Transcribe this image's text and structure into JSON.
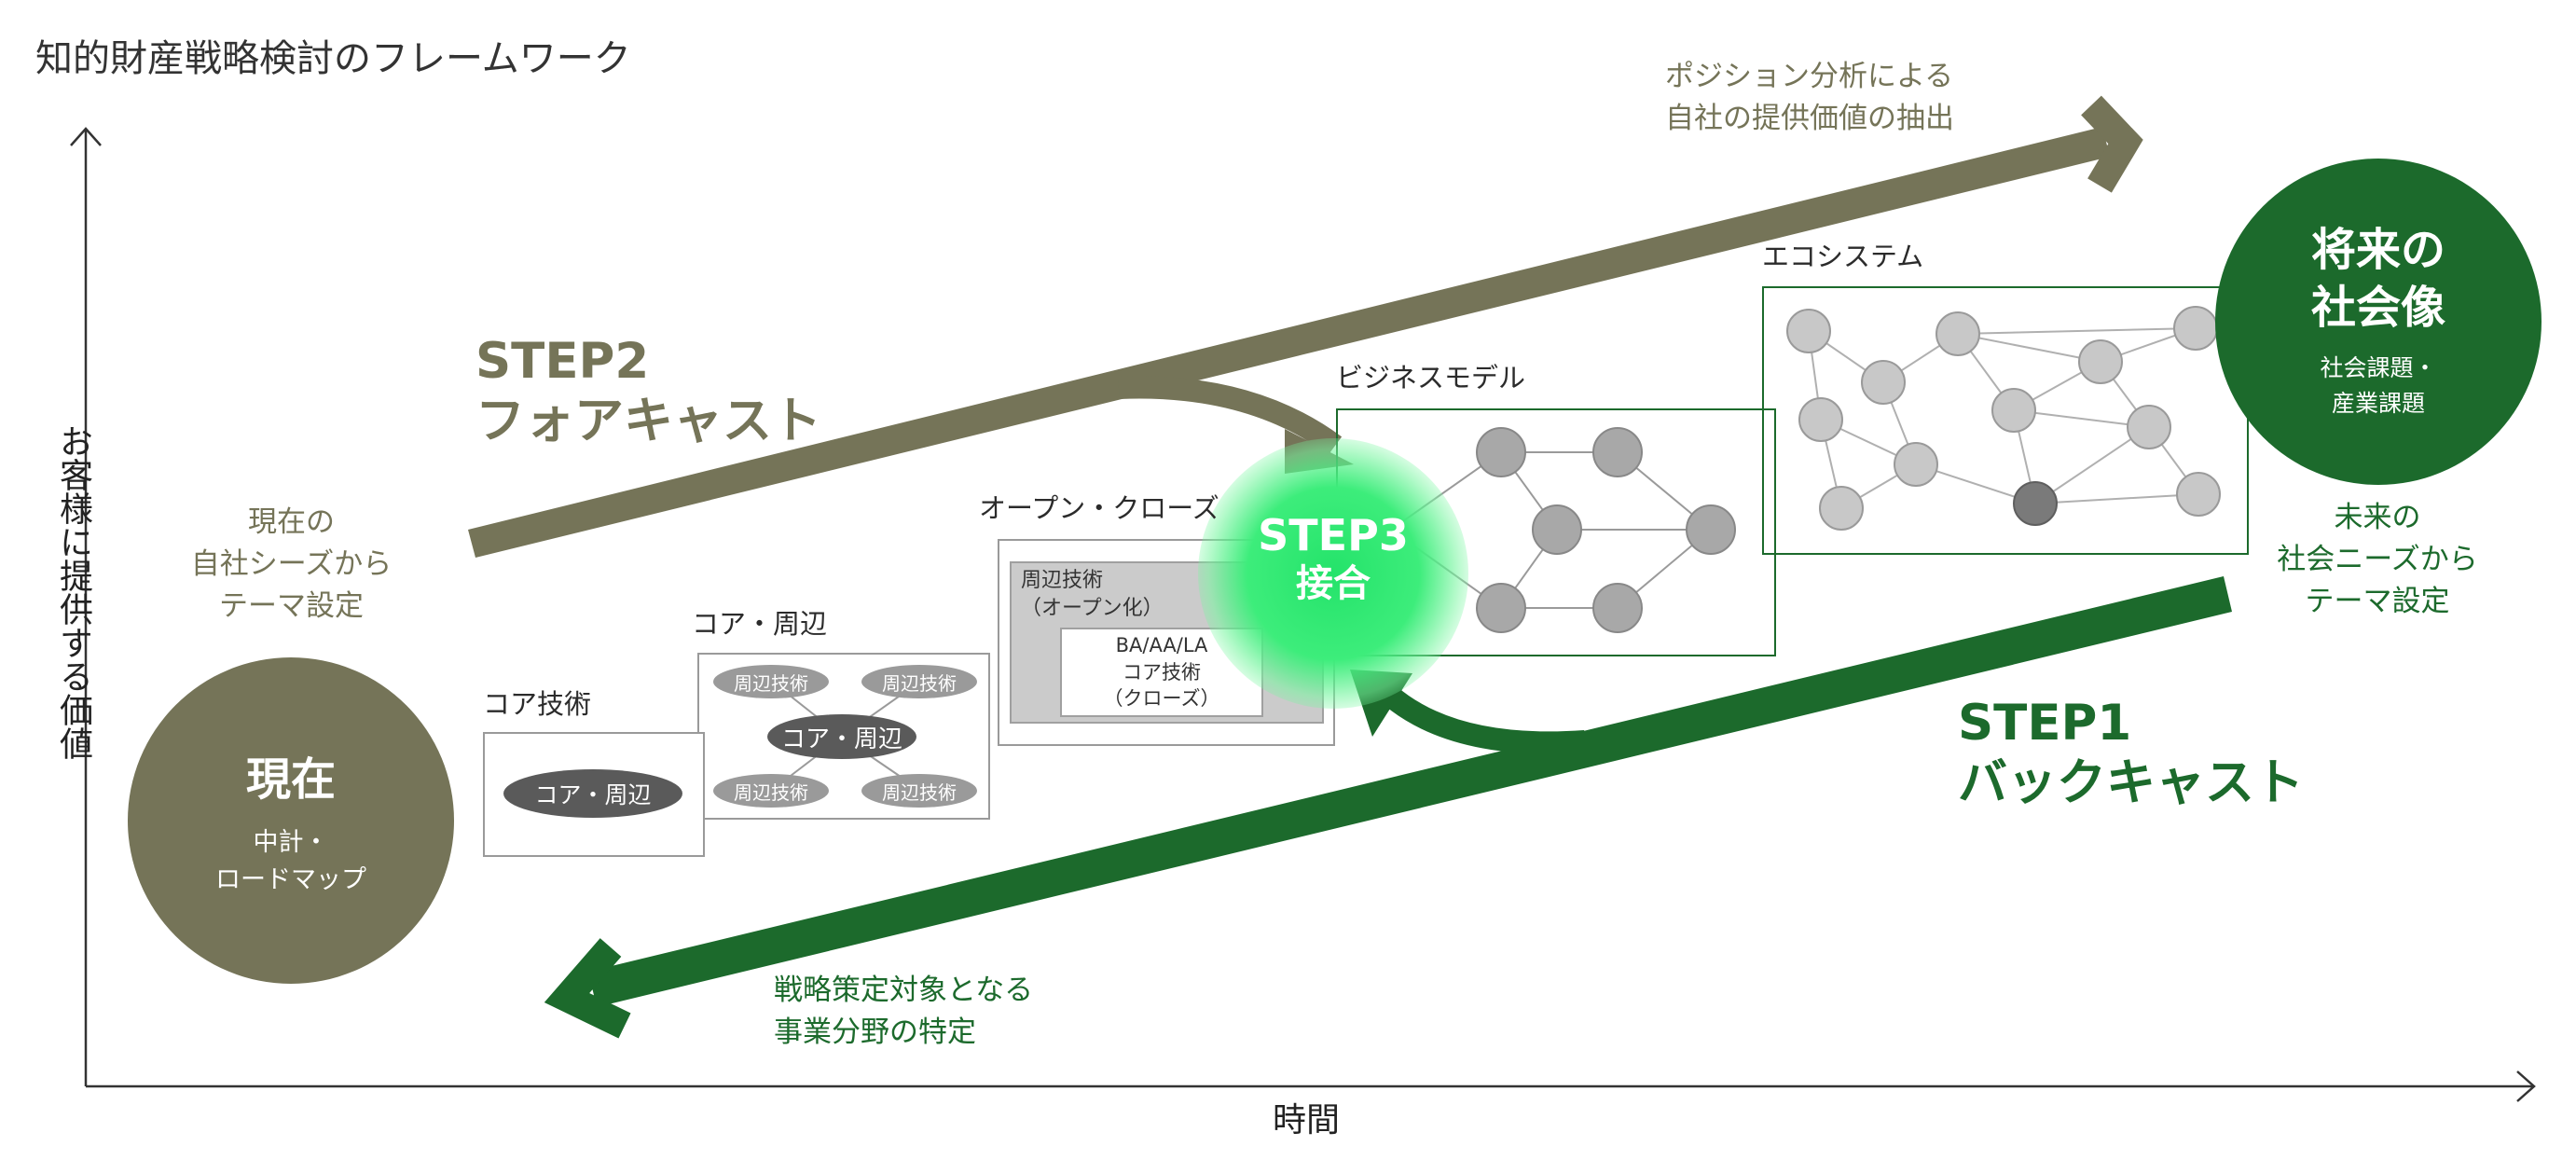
{
  "title": "知的財産戦略検討のフレームワーク",
  "axes": {
    "y_label": "お客様に提供する価値",
    "x_label": "時間"
  },
  "current": {
    "circle_title": "現在",
    "circle_sub": [
      "中計・",
      "ロードマップ"
    ],
    "note": [
      "現在の",
      "自社シーズから",
      "テーマ設定"
    ]
  },
  "future": {
    "circle_title": [
      "将来の",
      "社会像"
    ],
    "circle_sub": [
      "社会課題・",
      "産業課題"
    ],
    "note": [
      "未来の",
      "社会ニーズから",
      "テーマ設定"
    ]
  },
  "step1": {
    "title": "STEP1",
    "subtitle": "バックキャスト",
    "note": [
      "戦略策定対象となる",
      "事業分野の特定"
    ]
  },
  "step2": {
    "title": "STEP2",
    "subtitle": "フォアキャスト",
    "note": [
      "ポジション分析による",
      "自社の提供価値の抽出"
    ]
  },
  "step3": {
    "title": "STEP3",
    "subtitle": "接合"
  },
  "stages": {
    "core": {
      "label": "コア技術",
      "oval": "コア・周辺"
    },
    "core_periph": {
      "label": "コア・周辺",
      "center": "コア・周辺",
      "periph": [
        "周辺技術",
        "周辺技術",
        "周辺技術",
        "周辺技術"
      ]
    },
    "open_close": {
      "label": "オープン・クローズ",
      "outer": [
        "周辺技術",
        "（オープン化）"
      ],
      "inner": [
        "BA/AA/LA",
        "コア技術",
        "（クローズ）"
      ]
    },
    "business_model": {
      "label": "ビジネスモデル"
    },
    "ecosystem": {
      "label": "エコシステム"
    }
  },
  "colors": {
    "olive": "#757458",
    "green": "#1c6a2c",
    "glow": "#2ee46f",
    "node": "#a8a8a8",
    "node_dark": "#7a7a7a",
    "oval_dark": "#5a5a5a",
    "oval_light": "#9a9a9a"
  }
}
